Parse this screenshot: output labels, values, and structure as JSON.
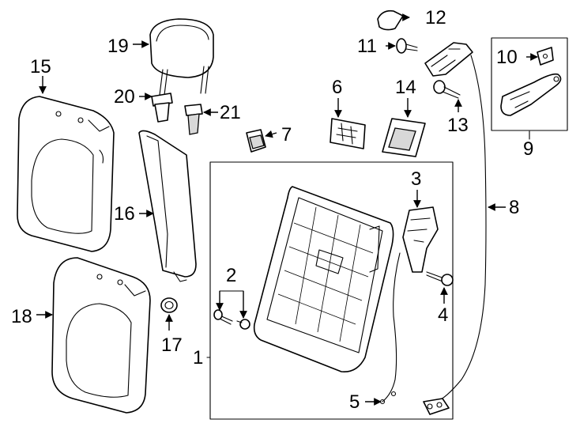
{
  "colors": {
    "line": "#000000",
    "background": "#ffffff",
    "shade": "#d8d8d8"
  },
  "callouts": {
    "c1": "1",
    "c2": "2",
    "c3": "3",
    "c4": "4",
    "c5": "5",
    "c6": "6",
    "c7": "7",
    "c8": "8",
    "c9": "9",
    "c10": "10",
    "c11": "11",
    "c12": "12",
    "c13": "13",
    "c14": "14",
    "c15": "15",
    "c16": "16",
    "c17": "17",
    "c18": "18",
    "c19": "19",
    "c20": "20",
    "c21": "21"
  }
}
